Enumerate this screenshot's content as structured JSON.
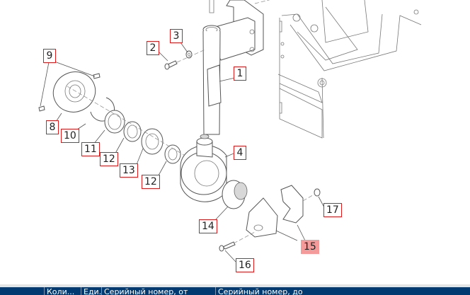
{
  "diagram": {
    "callouts": [
      {
        "num": "1"
      },
      {
        "num": "2"
      },
      {
        "num": "3"
      },
      {
        "num": "4"
      },
      {
        "num": "8"
      },
      {
        "num": "9"
      },
      {
        "num": "10"
      },
      {
        "num": "11"
      },
      {
        "num": "12"
      },
      {
        "num": "13"
      },
      {
        "num": "12"
      },
      {
        "num": "14"
      },
      {
        "num": "15",
        "highlighted": true
      },
      {
        "num": "16"
      },
      {
        "num": "17"
      }
    ],
    "highlight_color": "#f59a9a",
    "callout_border_color": "#e0191b"
  },
  "grid": {
    "header_color": "#003a70",
    "columns": [
      {
        "label": ""
      },
      {
        "label": "Коли..."
      },
      {
        "label": "Еди..."
      },
      {
        "label": "Серийный номер, от"
      },
      {
        "label": "Серийный номер, до"
      }
    ]
  }
}
